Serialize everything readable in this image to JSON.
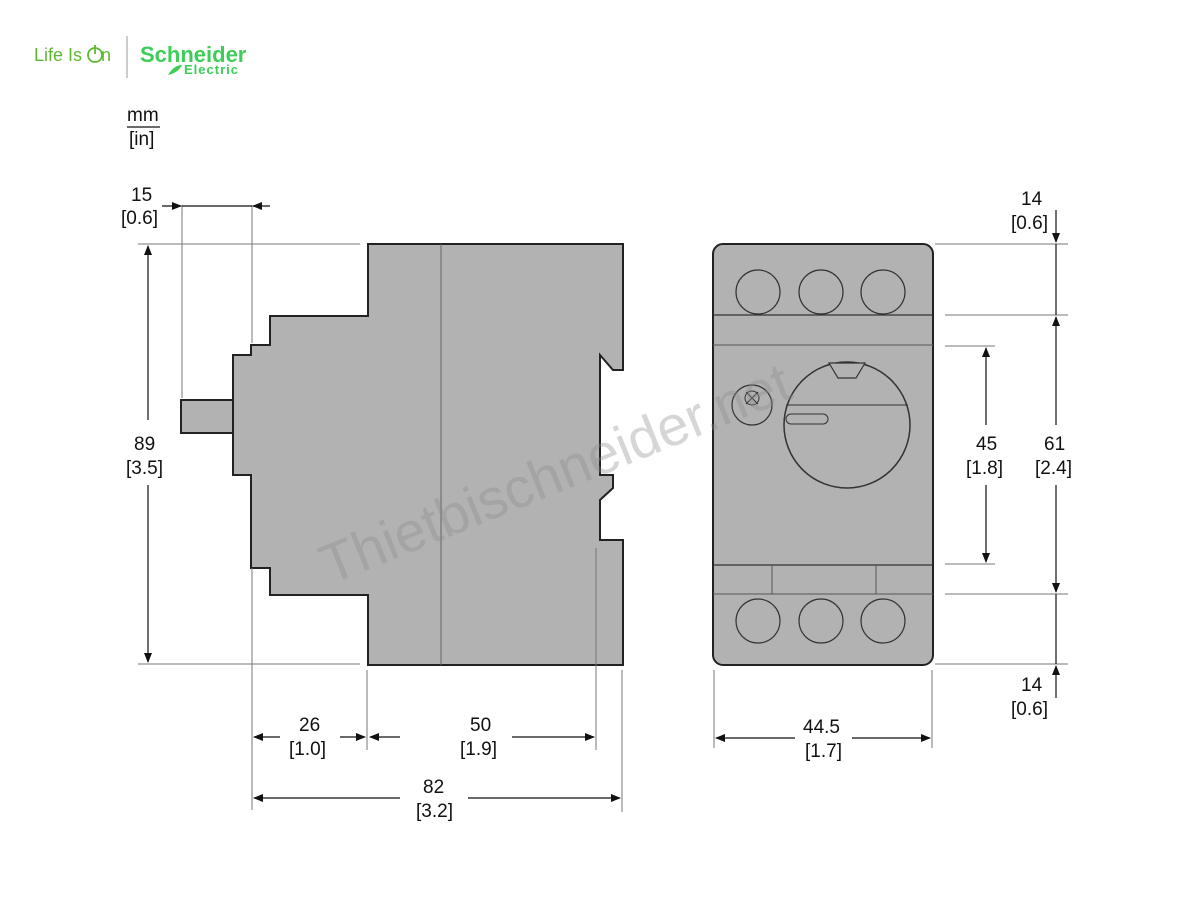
{
  "header": {
    "tagline_prefix": "Life Is ",
    "tagline_suffix": "n",
    "brand_name": "Schneider",
    "brand_sub": "Electric",
    "brand_color": "#3dcd58",
    "power_icon": "power-icon"
  },
  "units": {
    "primary": "mm",
    "secondary": "[in]"
  },
  "watermark": "Thietbischneider.net",
  "dimensions": {
    "side_top_width": {
      "mm": "15",
      "in": "[0.6]"
    },
    "side_height": {
      "mm": "89",
      "in": "[3.5]"
    },
    "side_depth_a": {
      "mm": "26",
      "in": "[1.0]"
    },
    "side_depth_b": {
      "mm": "50",
      "in": "[1.9]"
    },
    "side_total_depth": {
      "mm": "82",
      "in": "[3.2]"
    },
    "front_top_margin": {
      "mm": "14",
      "in": "[0.6]"
    },
    "front_knob_zone": {
      "mm": "45",
      "in": "[1.8]"
    },
    "front_mid_height": {
      "mm": "61",
      "in": "[2.4]"
    },
    "front_bottom_margin": {
      "mm": "14",
      "in": "[0.6]"
    },
    "front_width": {
      "mm": "44.5",
      "in": "[1.7]"
    }
  },
  "colors": {
    "body": "#b2b2b2",
    "outline": "#222222"
  }
}
